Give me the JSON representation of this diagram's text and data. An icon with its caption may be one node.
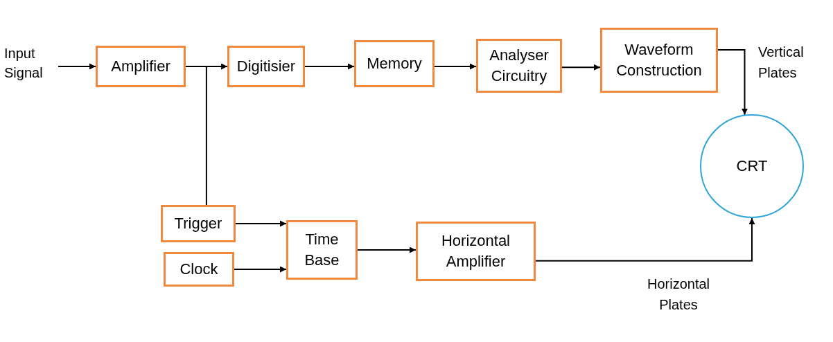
{
  "diagram": {
    "nodes": [
      {
        "text": [
          "Input Signal"
        ]
      },
      {
        "text": [
          "Amplifier"
        ]
      },
      {
        "text": [
          "Digitisier"
        ]
      },
      {
        "text": [
          "Memory"
        ]
      },
      {
        "text": [
          "Analyser Circuitry"
        ]
      },
      {
        "text": [
          "Waveform Construction"
        ]
      },
      {
        "text": [
          "CRT"
        ]
      },
      {
        "text": [
          "Trigger"
        ]
      },
      {
        "text": [
          "Clock"
        ]
      },
      {
        "text": [
          "Time Base"
        ]
      },
      {
        "text": [
          "Horizontal Amplifier"
        ]
      }
    ],
    "edges": [
      {
        "from": 0,
        "to": 1,
        "arrow": "to"
      },
      {
        "from": 1,
        "to": 2,
        "arrow": "to"
      },
      {
        "from": 2,
        "to": 3,
        "arrow": "to"
      },
      {
        "from": 3,
        "to": 4,
        "arrow": "to"
      },
      {
        "from": 4,
        "to": 5,
        "arrow": "to"
      },
      {
        "from": 5,
        "to": 6,
        "arrow": "to",
        "label": "Vertical Plates"
      },
      {
        "from": 1,
        "to": 7,
        "arrow": "none"
      },
      {
        "from": 7,
        "to": 9,
        "arrow": "to"
      },
      {
        "from": 8,
        "to": 9,
        "arrow": "to"
      },
      {
        "from": 9,
        "to": 10,
        "arrow": "to"
      },
      {
        "from": 10,
        "to": 6,
        "arrow": "to",
        "label": "Horizontal Plates"
      }
    ]
  }
}
